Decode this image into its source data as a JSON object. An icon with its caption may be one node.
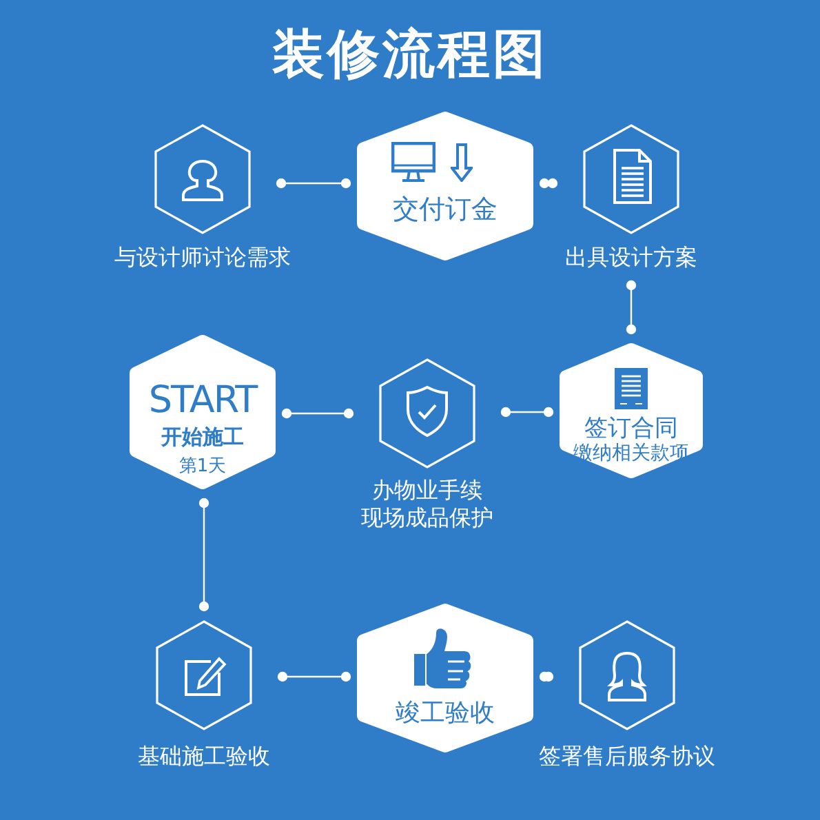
{
  "diagram": {
    "title": "装修流程图",
    "nodes": [
      {
        "text": [
          "与设计师讨论需求"
        ]
      },
      {
        "text": [
          "交付订金"
        ]
      },
      {
        "text": [
          "出具设计方案"
        ]
      },
      {
        "text": [
          "START",
          "开始施工",
          "第1天"
        ]
      },
      {
        "text": [
          "办物业手续",
          "现场成品保护"
        ]
      },
      {
        "text": [
          "签订合同",
          "缴纳相关款项"
        ]
      },
      {
        "text": [
          "基础施工验收"
        ]
      },
      {
        "text": [
          "竣工验收"
        ]
      },
      {
        "text": [
          "签署售后服务协议"
        ]
      }
    ],
    "edges": [
      {
        "from": 0,
        "to": 1,
        "arrow": "other"
      },
      {
        "from": 1,
        "to": 2,
        "arrow": "other"
      },
      {
        "from": 2,
        "to": 5,
        "arrow": "other"
      },
      {
        "from": 5,
        "to": 4,
        "arrow": "other"
      },
      {
        "from": 4,
        "to": 3,
        "arrow": "other"
      },
      {
        "from": 3,
        "to": 6,
        "arrow": "other"
      },
      {
        "from": 6,
        "to": 7,
        "arrow": "other"
      },
      {
        "from": 7,
        "to": 8,
        "arrow": "other"
      }
    ]
  }
}
